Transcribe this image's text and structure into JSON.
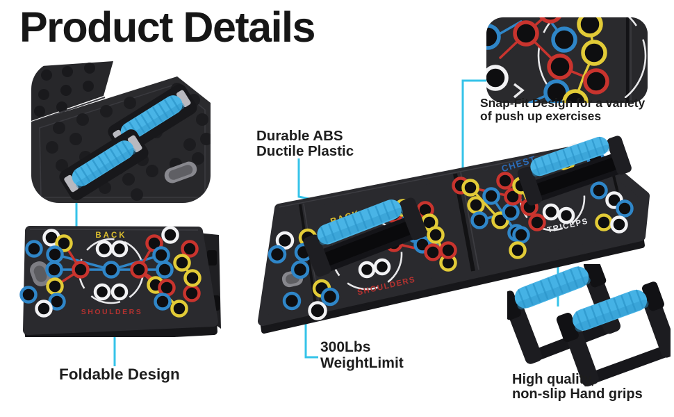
{
  "title": "Product Details",
  "callouts": {
    "snap_fit": {
      "line1": "Snap-Fit Design for a variety",
      "line2": "of push up exercises"
    },
    "durable": {
      "line1": "Durable ABS",
      "line2": "Ductile Plastic"
    },
    "weight_limit": {
      "line1": "300Lbs",
      "line2": "WeightLimit"
    },
    "foldable": {
      "label": "Foldable Design"
    },
    "hand_grips": {
      "line1": "High quality,",
      "line2": "non-slip Hand grips"
    }
  },
  "board_labels": {
    "back": "BACK",
    "shoulders": "SHOULDERS",
    "chest": "CHEST",
    "triceps": "TRICEPS"
  },
  "colors": {
    "callout_line": "#35c3e9",
    "text": "#1d1d1d",
    "board_body": "#2a2a2e",
    "grip_blue": "#49b4e6",
    "ring_red": "#c9342e",
    "ring_blue": "#2f86c8",
    "ring_yellow": "#e2cb37",
    "ring_white": "#f2f2f4",
    "label_back": "#d9bc2e",
    "label_shoulders": "#b33230",
    "label_chest": "#2b6cb8",
    "label_triceps": "#e9e9ec"
  }
}
